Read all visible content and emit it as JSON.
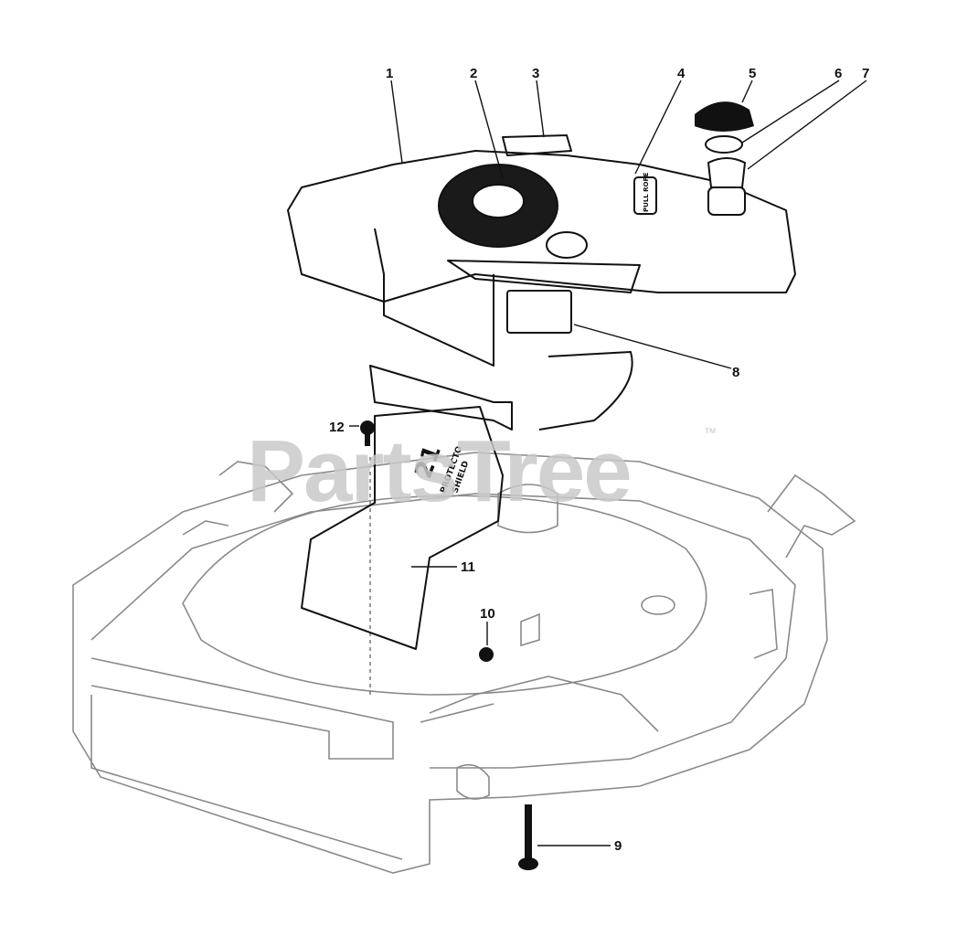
{
  "watermark": {
    "text": "PartsTree",
    "trademark": "™"
  },
  "callouts": [
    {
      "id": "1",
      "label": "1"
    },
    {
      "id": "2",
      "label": "2"
    },
    {
      "id": "3",
      "label": "3"
    },
    {
      "id": "4",
      "label": "4"
    },
    {
      "id": "5",
      "label": "5"
    },
    {
      "id": "6",
      "label": "6"
    },
    {
      "id": "7",
      "label": "7"
    },
    {
      "id": "8",
      "label": "8"
    },
    {
      "id": "9",
      "label": "9"
    },
    {
      "id": "10",
      "label": "10"
    },
    {
      "id": "11",
      "label": "11"
    },
    {
      "id": "12",
      "label": "12"
    }
  ],
  "decals": {
    "engine_tag": "PULL ROPE",
    "chute_number": "21",
    "chute_line1": "PROTECTO",
    "chute_line2": "SHIELD"
  }
}
